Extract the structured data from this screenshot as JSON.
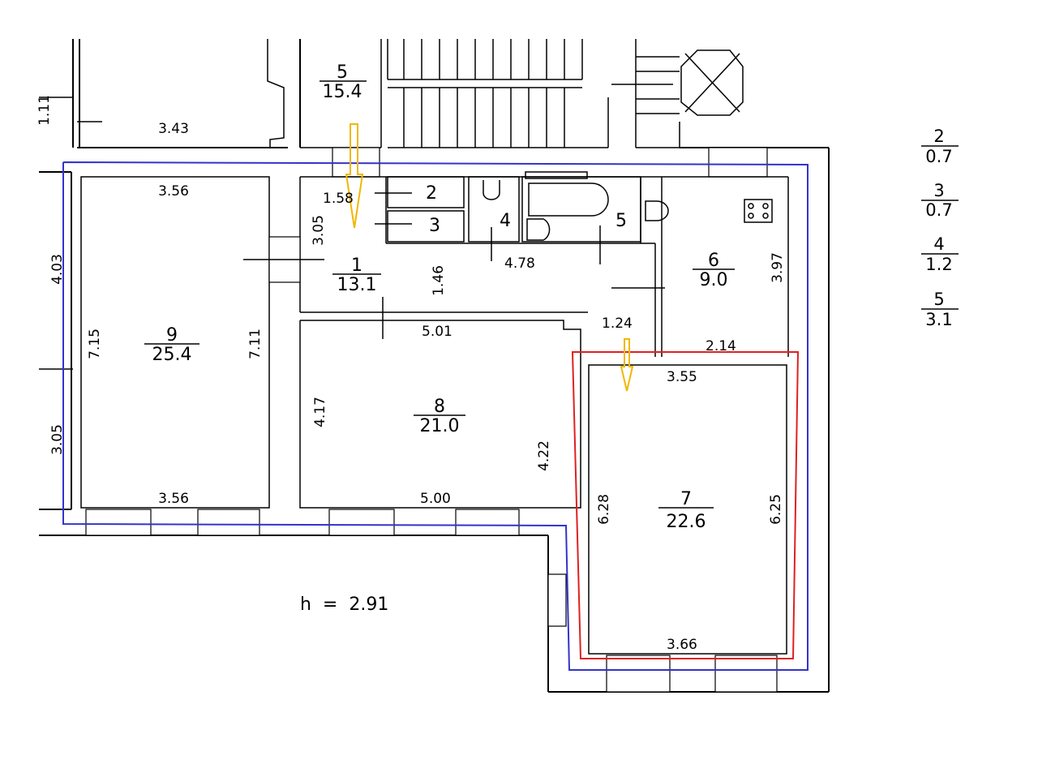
{
  "rooms": [
    {
      "number": "5",
      "area": "15.4"
    },
    {
      "number": "1",
      "area": "13.1"
    },
    {
      "number": "6",
      "area": "9.0"
    },
    {
      "number": "9",
      "area": "25.4"
    },
    {
      "number": "8",
      "area": "21.0"
    },
    {
      "number": "7",
      "area": "22.6"
    }
  ],
  "small_rooms": [
    "2",
    "3",
    "4",
    "5"
  ],
  "legend": [
    {
      "number": "2",
      "area": "0.7"
    },
    {
      "number": "3",
      "area": "0.7"
    },
    {
      "number": "4",
      "area": "1.2"
    },
    {
      "number": "5",
      "area": "3.1"
    }
  ],
  "dimensions": {
    "d343": "3.43",
    "d356top": "3.56",
    "d356bottom": "3.56",
    "d403": "4.03",
    "d715": "7.15",
    "d711": "7.11",
    "d305left": "3.05",
    "d158": "1.58",
    "d305hall": "3.05",
    "d146": "1.46",
    "d478": "4.78",
    "d397": "3.97",
    "d501": "5.01",
    "d124": "1.24",
    "d214": "2.14",
    "d355": "3.55",
    "d417": "4.17",
    "d422": "4.22",
    "d500": "5.00",
    "d628": "6.28",
    "d625": "6.25",
    "d366": "3.66",
    "d111": "1.11"
  },
  "ceiling_height": "h  =  2.91",
  "colors": {
    "walls": "#000000",
    "outline_blue": "#3333cc",
    "highlight_red": "#e02020",
    "arrow_yellow": "#f0b800"
  },
  "icons": [
    "entry-arrow-icon",
    "bathtub-icon",
    "toilet-icon",
    "stove-icon"
  ]
}
